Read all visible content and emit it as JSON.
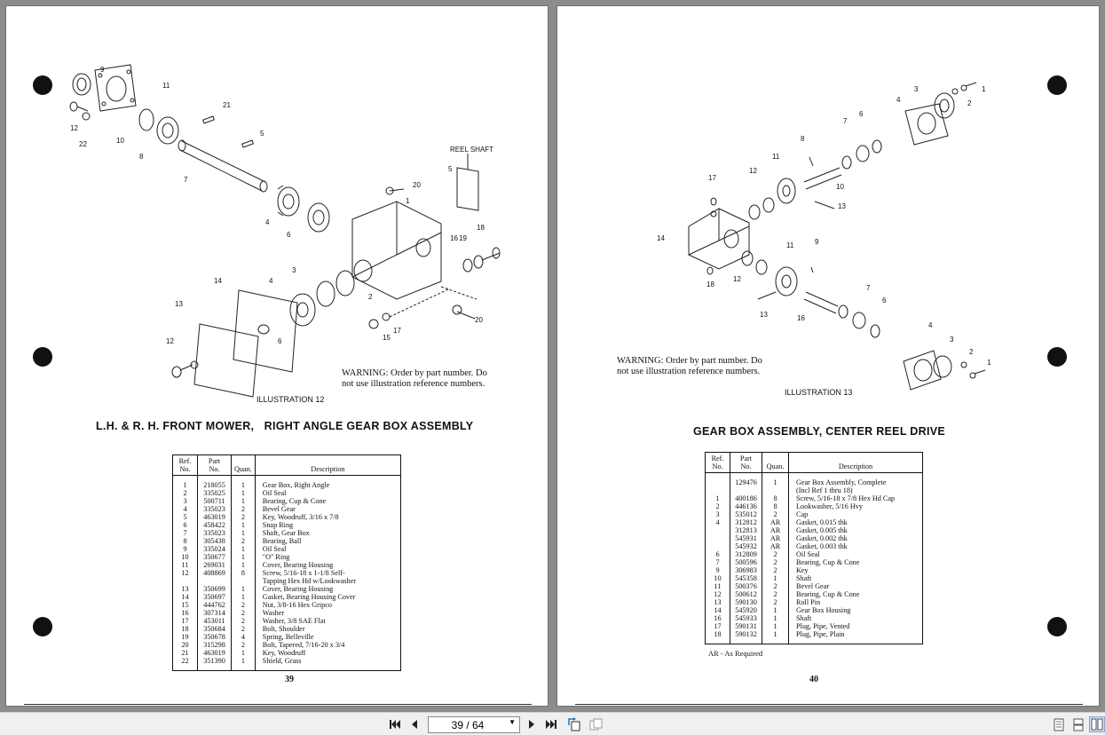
{
  "left_page": {
    "diagram_labels": [
      "9",
      "11",
      "12",
      "22",
      "10",
      "8",
      "21",
      "5",
      "7",
      "4",
      "6",
      "20",
      "1",
      "REEL SHAFT",
      "5",
      "18",
      "16",
      "19",
      "3",
      "14",
      "2",
      "4",
      "13",
      "6",
      "12",
      "17",
      "15",
      "20"
    ],
    "warning": [
      "WARNING: Order by part number. Do",
      "not use illustration reference numbers."
    ],
    "illustration_label": "ILLUSTRATION  12",
    "heading": "L.H. & R. H. FRONT MOWER,   RIGHT ANGLE GEAR BOX ASSEMBLY",
    "table_headers": [
      "Ref.\nNo.",
      "Part\nNo.",
      "Quan.",
      "Description"
    ],
    "rows": [
      [
        "1",
        "218055",
        "1",
        "Gear Box, Right Angle"
      ],
      [
        "2",
        "335025",
        "1",
        "Oil Seal"
      ],
      [
        "3",
        "500711",
        "1",
        "Bearing, Cup & Cone"
      ],
      [
        "4",
        "335023",
        "2",
        "Bevel Gear"
      ],
      [
        "5",
        "463019",
        "2",
        "Key, Woodruff, 3/16 x 7/8"
      ],
      [
        "6",
        "458422",
        "1",
        "Snap Ring"
      ],
      [
        "7",
        "335023",
        "1",
        "Shaft, Gear Box"
      ],
      [
        "8",
        "305438",
        "2",
        "Bearing, Ball"
      ],
      [
        "9",
        "335024",
        "1",
        "Oil Seal"
      ],
      [
        "10",
        "350677",
        "1",
        "\"O\" Ring"
      ],
      [
        "11",
        "269031",
        "1",
        "Cover, Bearing Housing"
      ],
      [
        "12",
        "408869",
        "8",
        "Screw, 5/16-18 x 1-1/8 Self-"
      ],
      [
        "",
        "",
        "",
        "Tapping Hex Hd w/Lookwasher"
      ],
      [
        "13",
        "350699",
        "1",
        "Cover, Bearing Housing"
      ],
      [
        "14",
        "350697",
        "1",
        "Gasket, Bearing Housing Cover"
      ],
      [
        "15",
        "444762",
        "2",
        "Nut, 3/8-16 Hex Gripco"
      ],
      [
        "16",
        "307314",
        "2",
        "Washer"
      ],
      [
        "17",
        "453011",
        "2",
        "Washer, 3/8 SAE Flat"
      ],
      [
        "18",
        "350684",
        "2",
        "Bolt, Shoulder"
      ],
      [
        "19",
        "350678",
        "4",
        "Spring, Belleville"
      ],
      [
        "20",
        "315298",
        "2",
        "Bolt, Tapered, 7/16-20 x 3/4"
      ],
      [
        "21",
        "463019",
        "1",
        "Key, Woodruff"
      ],
      [
        "22",
        "351390",
        "1",
        "Shield, Grass"
      ]
    ],
    "page_number": "39"
  },
  "right_page": {
    "diagram_labels": [
      "1",
      "2",
      "3",
      "4",
      "6",
      "7",
      "8",
      "10",
      "11",
      "12",
      "17",
      "13",
      "14",
      "18",
      "9",
      "12",
      "11",
      "13",
      "16",
      "7",
      "6",
      "4",
      "3",
      "2",
      "1"
    ],
    "warning": [
      "WARNING: Order by part number. Do",
      "not use illustration reference numbers."
    ],
    "illustration_label": "ILLUSTRATION  13",
    "heading": "GEAR BOX ASSEMBLY, CENTER REEL DRIVE",
    "table_headers": [
      "Ref.\nNo.",
      "Part\nNo.",
      "Quan.",
      "Description"
    ],
    "rows": [
      [
        "",
        "129476",
        "1",
        "Gear Box Assembly, Complete"
      ],
      [
        "",
        "",
        "",
        "(Incl Ref 1 thru 18)"
      ],
      [
        "1",
        "400186",
        "8",
        "Screw, 5/16-18 x 7/8 Hex Hd Cap"
      ],
      [
        "2",
        "446136",
        "8",
        "Lookwasher, 5/16 Hvy"
      ],
      [
        "3",
        "535012",
        "2",
        "Cap"
      ],
      [
        "4",
        "312812",
        "AR",
        "Gasket, 0.015 thk"
      ],
      [
        "",
        "312813",
        "AR",
        "Gasket, 0.005 thk"
      ],
      [
        "",
        "545931",
        "AR",
        "Gasket, 0.002 thk"
      ],
      [
        "",
        "545932",
        "AR",
        "Gasket, 0.003 thk"
      ],
      [
        "6",
        "312809",
        "2",
        "Oil Seal"
      ],
      [
        "7",
        "500596",
        "2",
        "Bearing, Cup & Cone"
      ],
      [
        "9",
        "306983",
        "2",
        "Key"
      ],
      [
        "10",
        "545358",
        "1",
        "Shaft"
      ],
      [
        "11",
        "500376",
        "2",
        "Bevel Gear"
      ],
      [
        "12",
        "500612",
        "2",
        "Bearing, Cup & Cone"
      ],
      [
        "13",
        "590130",
        "2",
        "Roll Pin"
      ],
      [
        "14",
        "545920",
        "1",
        "Gear Box Housing"
      ],
      [
        "16",
        "545933",
        "1",
        "Shaft"
      ],
      [
        "17",
        "590131",
        "1",
        "Plug, Pipe, Vented"
      ],
      [
        "18",
        "590132",
        "1",
        "Plug, Pipe, Plain"
      ]
    ],
    "note": "AR - As Required",
    "page_number": "40"
  },
  "toolbar": {
    "page_indicator": "39 / 64",
    "icons": [
      "first-page-icon",
      "prev-page-icon",
      "next-page-icon",
      "last-page-icon",
      "rotate-icon",
      "rotate-alt-icon",
      "single-page-view-icon",
      "continuous-view-icon",
      "two-page-view-icon"
    ]
  }
}
